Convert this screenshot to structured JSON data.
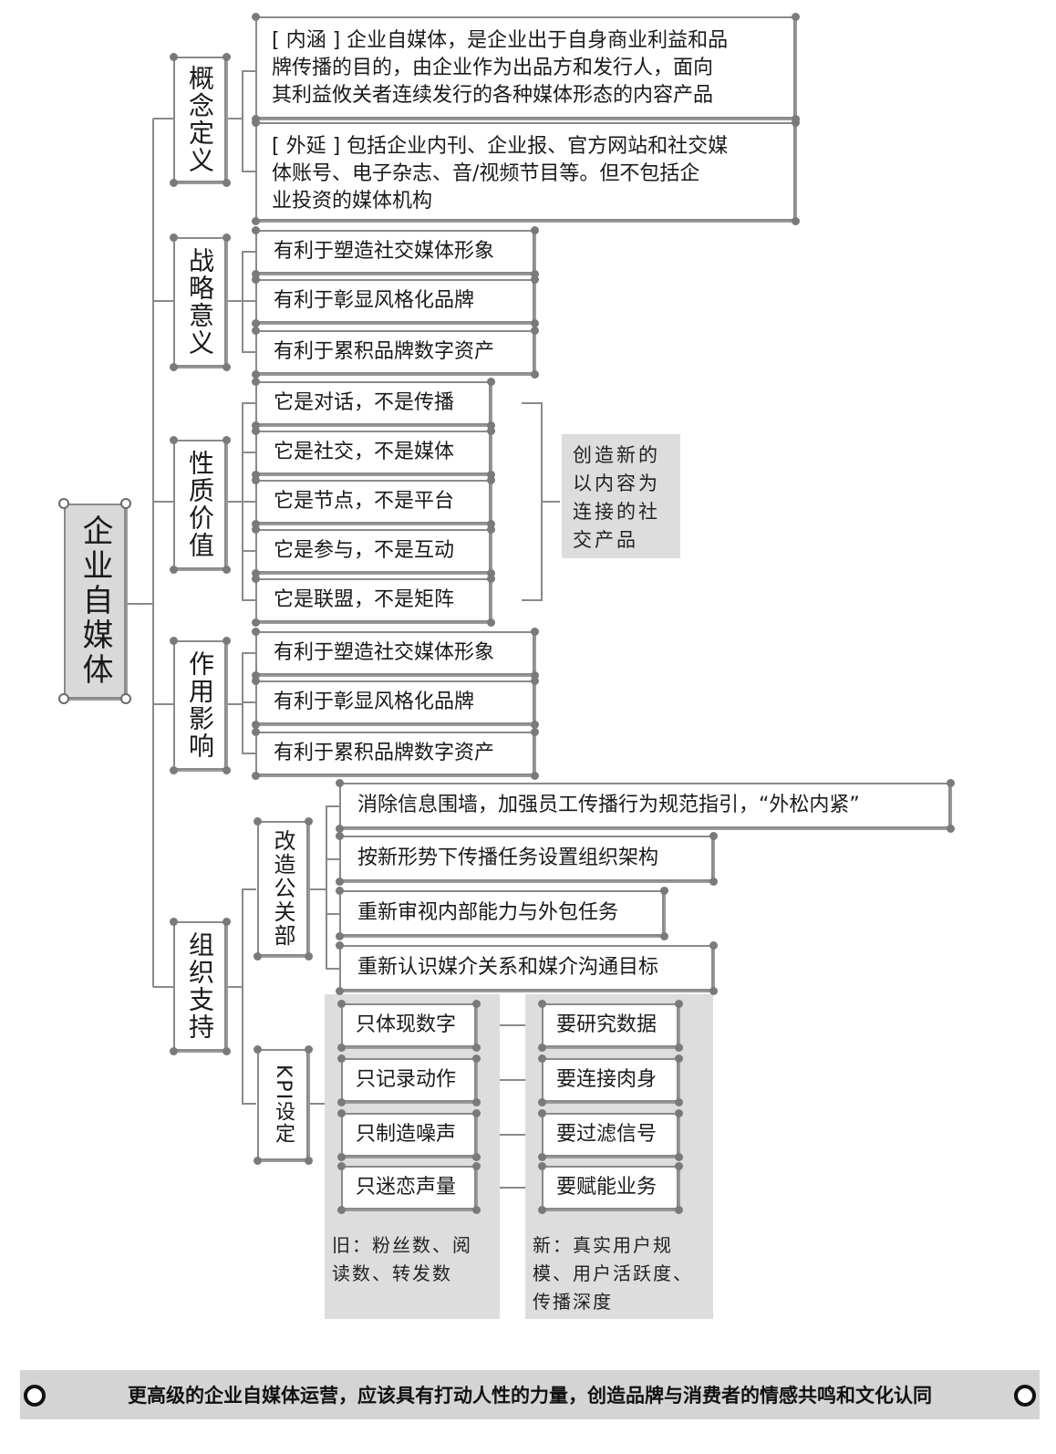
{
  "root": {
    "label": "企业自媒体"
  },
  "sections": {
    "concept": {
      "label": "概念定义"
    },
    "strategy": {
      "label": "战略意义"
    },
    "nature": {
      "label": "性质价值"
    },
    "impact": {
      "label": "作用影响"
    },
    "org": {
      "label": "组织支持"
    }
  },
  "concept_items": [
    {
      "text": "[ 内涵 ] 企业自媒体，是企业出于自身商业利益和品\n牌传播的目的，由企业作为出品方和发行人，面向\n其利益攸关者连续发行的各种媒体形态的内容产品"
    },
    {
      "text": "[ 外延 ] 包括企业内刊、企业报、官方网站和社交媒\n体账号、电子杂志、音/视频节目等。但不包括企\n业投资的媒体机构"
    }
  ],
  "strategy_items": [
    {
      "text": "有利于塑造社交媒体形象"
    },
    {
      "text": "有利于彰显风格化品牌"
    },
    {
      "text": "有利于累积品牌数字资产"
    }
  ],
  "nature_items": [
    {
      "text": "它是对话，不是传播"
    },
    {
      "text": "它是社交，不是媒体"
    },
    {
      "text": "它是节点，不是平台"
    },
    {
      "text": "它是参与，不是互动"
    },
    {
      "text": "它是联盟，不是矩阵"
    }
  ],
  "nature_summary": "创造新的\n以内容为\n连接的社\n交产品",
  "impact_items": [
    {
      "text": "有利于塑造社交媒体形象"
    },
    {
      "text": "有利于彰显风格化品牌"
    },
    {
      "text": "有利于累积品牌数字资产"
    }
  ],
  "pr_dept": {
    "label": "改造公关部",
    "items": [
      {
        "text": "消除信息围墙，加强员工传播行为规范指引，“外松内紧”"
      },
      {
        "text": "按新形势下传播任务设置组织架构"
      },
      {
        "text": "重新审视内部能力与外包任务"
      },
      {
        "text": "重新认识媒介关系和媒介沟通目标"
      }
    ]
  },
  "kpi": {
    "label": "KPI设定",
    "old_items": [
      {
        "text": "只体现数字"
      },
      {
        "text": "只记录动作"
      },
      {
        "text": "只制造噪声"
      },
      {
        "text": "只迷恋声量"
      }
    ],
    "new_items": [
      {
        "text": "要研究数据"
      },
      {
        "text": "要连接肉身"
      },
      {
        "text": "要过滤信号"
      },
      {
        "text": "要赋能业务"
      }
    ],
    "old_note": "旧：粉丝数、阅\n读数、转发数",
    "new_note": "新：真实用户规\n模、用户活跃度、\n传播深度"
  },
  "footer": {
    "text": "更高级的企业自媒体运营，应该具有打动人性的力量，创造品牌与消费者的情感共鸣和文化认同"
  },
  "colors": {
    "border": "#8a8a8a",
    "grey_panel": "#dddddd",
    "root_fill": "#d9d9d9",
    "footer_fill": "#d4d4d4"
  }
}
